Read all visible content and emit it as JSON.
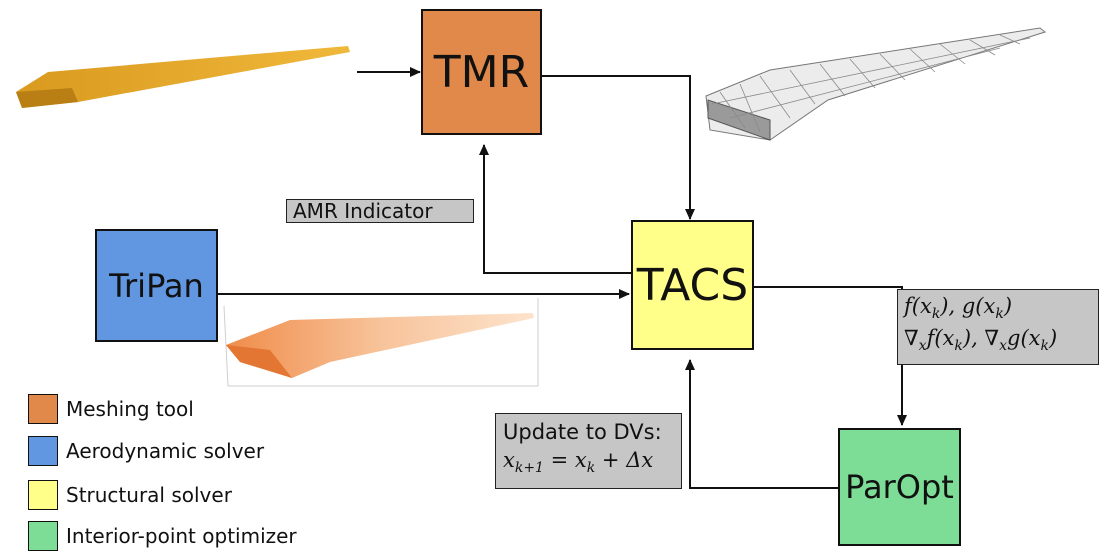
{
  "colors": {
    "meshing": "#e0894a",
    "aero": "#6196e0",
    "structural": "#ffff8a",
    "optimizer": "#7ddc95",
    "label_bg": "#c6c6c6"
  },
  "nodes": {
    "tmr": "TMR",
    "tacs": "TACS",
    "tripan": "TriPan",
    "paropt": "ParOpt"
  },
  "labels": {
    "amr": "AMR Indicator",
    "funcs_line1": "f(x_k), g(x_k)",
    "funcs_line2": "∇_x f(x_k), ∇_x g(x_k)",
    "update_line1": "Update to DVs:",
    "update_line2": "x_{k+1} = x_k + Δx"
  },
  "legend": [
    {
      "label": "Meshing tool",
      "color": "#e0894a"
    },
    {
      "label": "Aerodynamic solver",
      "color": "#6196e0"
    },
    {
      "label": "Structural solver",
      "color": "#ffff8a"
    },
    {
      "label": "Interior-point optimizer",
      "color": "#7ddc95"
    }
  ],
  "images": {
    "wing_geometry": "wing-geometry-image",
    "wing_mesh": "wing-mesh-image",
    "wing_pressure": "wing-pressure-image"
  }
}
